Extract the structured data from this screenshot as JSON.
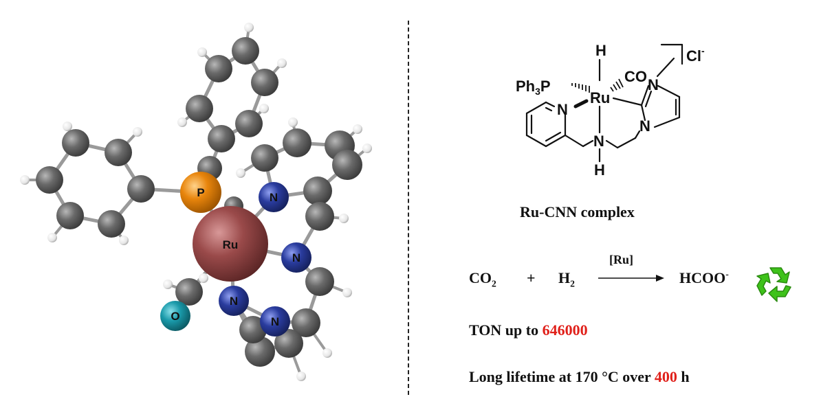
{
  "model_3d": {
    "labels": {
      "p": "P",
      "ru": "Ru",
      "n1": "N",
      "n2": "N",
      "n3": "N",
      "n4": "N",
      "o": "O"
    },
    "colors": {
      "carbon": "#5e5e5e",
      "hydrogen": "#f2f2f2",
      "phosphorus": "#e8850c",
      "ruthenium": "#9a4a4a",
      "nitrogen": "#2a3c9e",
      "oxygen": "#1a9aaa",
      "bond": "#9a9a9a"
    }
  },
  "structure": {
    "h_top": "H",
    "ph3p": "Ph",
    "ph3p_sub": "3",
    "ph3p_p": "P",
    "ru": "Ru",
    "co": "CO",
    "cl": "Cl",
    "cl_sup": "-",
    "n_methyl": "N",
    "n_pyridine": "N",
    "n_amine": "N",
    "n_imid": "N",
    "h_bottom": "H",
    "caption": "Ru-CNN complex"
  },
  "reaction": {
    "co2_main": "CO",
    "co2_sub": "2",
    "plus": "+",
    "h2_main": "H",
    "h2_sub": "2",
    "catalyst": "[Ru]",
    "product_main": "HCOO",
    "product_sup": "-",
    "recycle_icon": "recycle-icon",
    "recycle_color": "#3ec21a"
  },
  "stats": {
    "ton_label": "TON up to ",
    "ton_value": "646000",
    "lifetime_label": "Long lifetime at 170 °C over ",
    "lifetime_value": "400",
    "lifetime_unit": " h",
    "highlight_color": "#e0201a"
  }
}
